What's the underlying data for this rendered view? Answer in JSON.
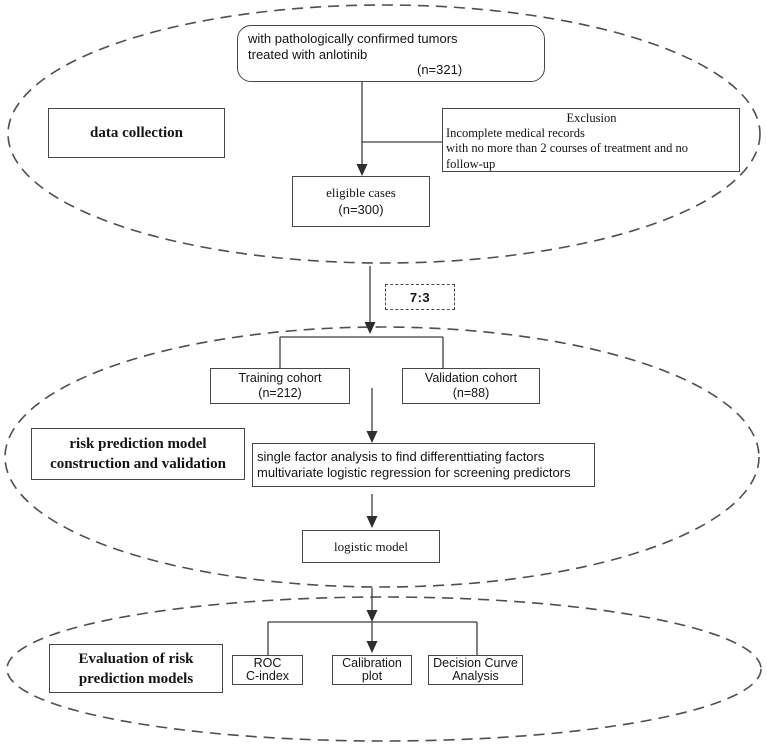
{
  "diagram": {
    "colors": {
      "background": "#ffffff",
      "line": "#3f3f3f",
      "ellipse": "#4f4f4f",
      "text": "#141414"
    },
    "stage1": {
      "label": "data collection",
      "source_box": {
        "line1": "with pathologically confirmed tumors",
        "line2": "treated with anlotinib",
        "line3": "(n=321)"
      },
      "exclusion_box": {
        "title": "Exclusion",
        "line1": "Incomplete medical records",
        "line2": "with no more than 2 courses of treatment and no",
        "line3": "follow-up"
      },
      "eligible_box": {
        "line1": "eligible cases",
        "line2": "(n=300)"
      }
    },
    "split_label": "7:3",
    "stage2": {
      "label_line1": "risk prediction model",
      "label_line2": "construction and validation",
      "training_box": {
        "line1": "Training cohort",
        "line2": "(n=212)"
      },
      "validation_box": {
        "line1": "Validation cohort",
        "line2": "(n=88)"
      },
      "analysis_box": {
        "line1": "single factor analysis to find differenttiating factors",
        "line2": "multivariate logistic regression for screening predictors"
      },
      "model_box": {
        "line1": "logistic model"
      }
    },
    "stage3": {
      "label_line1": "Evaluation of risk",
      "label_line2": "prediction models",
      "roc_box": {
        "line1": "ROC",
        "line2": "C-index"
      },
      "calibration_box": {
        "line1": "Calibration",
        "line2": "plot"
      },
      "decision_box": {
        "line1": "Decision Curve",
        "line2": "Analysis"
      }
    }
  }
}
